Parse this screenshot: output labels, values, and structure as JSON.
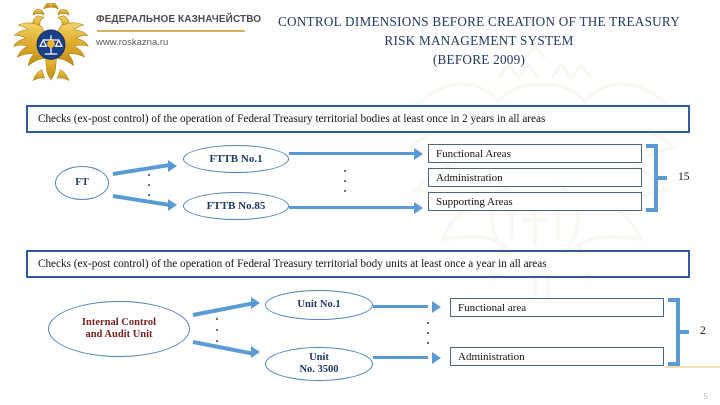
{
  "header": {
    "logo_name": "russian-federation-double-headed-eagle-emblem",
    "organization": "ФЕДЕРАЛЬНОЕ КАЗНАЧЕЙСТВО",
    "url": "www.roskazna.ru",
    "title_line1": "CONTROL DIMENSIONS BEFORE CREATION OF THE TREASURY",
    "title_line2": "RISK MANAGEMENT SYSTEM",
    "title_line3": "(BEFORE 2009)"
  },
  "section1": {
    "banner": "Checks (ex-post control) of the operation of Federal Treasury territorial bodies at least once in 2 years in all areas",
    "source_node": "FT",
    "nodes": [
      {
        "label": "FTTB No.1"
      },
      {
        "label": "FTTB No.85"
      }
    ],
    "areas": [
      {
        "label": "Functional Areas"
      },
      {
        "label": "Administration"
      },
      {
        "label": "Supporting Areas"
      }
    ],
    "brace_count": "15"
  },
  "section2": {
    "banner": "Checks (ex-post control) of the operation of Federal Treasury territorial body units at least once a year in all areas",
    "source_node_line1": "Internal Control",
    "source_node_line2": "and Audit Unit",
    "nodes": [
      {
        "line1": "Unit No.1",
        "line2": ""
      },
      {
        "line1": "Unit",
        "line2": "No. 3500"
      }
    ],
    "areas": [
      {
        "label": "Functional area"
      },
      {
        "label": "Administration"
      }
    ],
    "brace_count": "2"
  },
  "footer": {
    "page_number": "5"
  },
  "colors": {
    "accent_blue": "#4F81BD",
    "arrow_blue": "#5B9BD5",
    "banner_border": "#2E5AA8",
    "title_navy": "#1F3864",
    "maroon_text": "#7B2020",
    "box_border": "#4A6782",
    "gold_rule": "#D6B25E"
  }
}
